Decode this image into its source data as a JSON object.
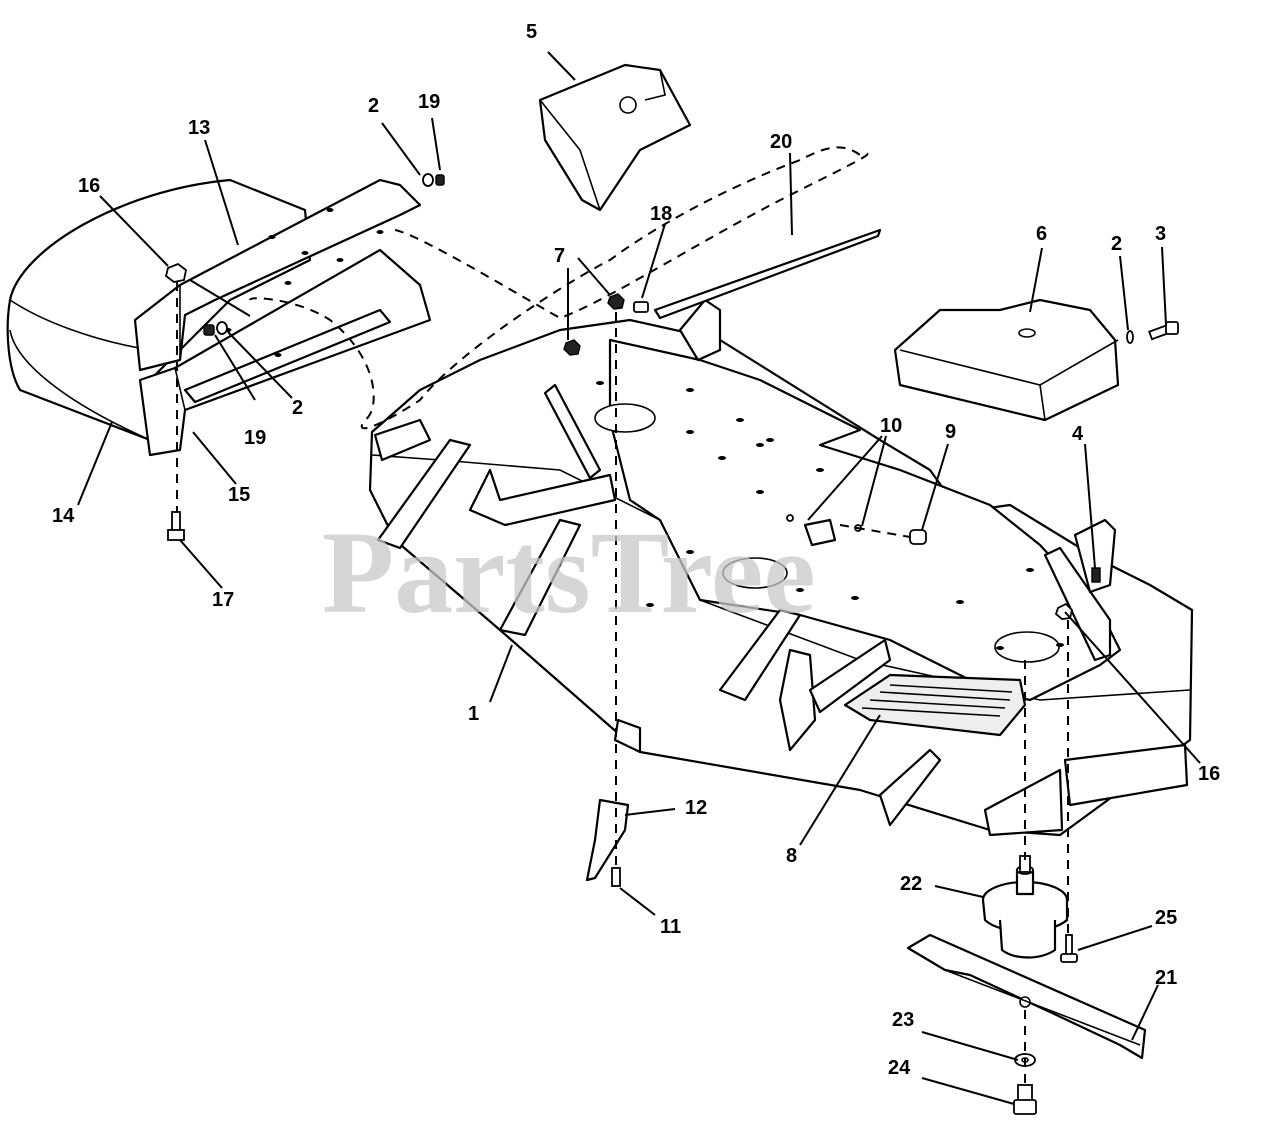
{
  "watermark": "PartsTree",
  "callouts": {
    "c1": "1",
    "c2a": "2",
    "c2b": "2",
    "c2c": "2",
    "c3": "3",
    "c4": "4",
    "c5": "5",
    "c6": "6",
    "c7": "7",
    "c8": "8",
    "c9": "9",
    "c10": "10",
    "c11": "11",
    "c12": "12",
    "c13": "13",
    "c14": "14",
    "c15": "15",
    "c16a": "16",
    "c16b": "16",
    "c17": "17",
    "c18": "18",
    "c19a": "19",
    "c19b": "19",
    "c20": "20",
    "c21": "21",
    "c22": "22",
    "c23": "23",
    "c24": "24",
    "c25": "25"
  }
}
